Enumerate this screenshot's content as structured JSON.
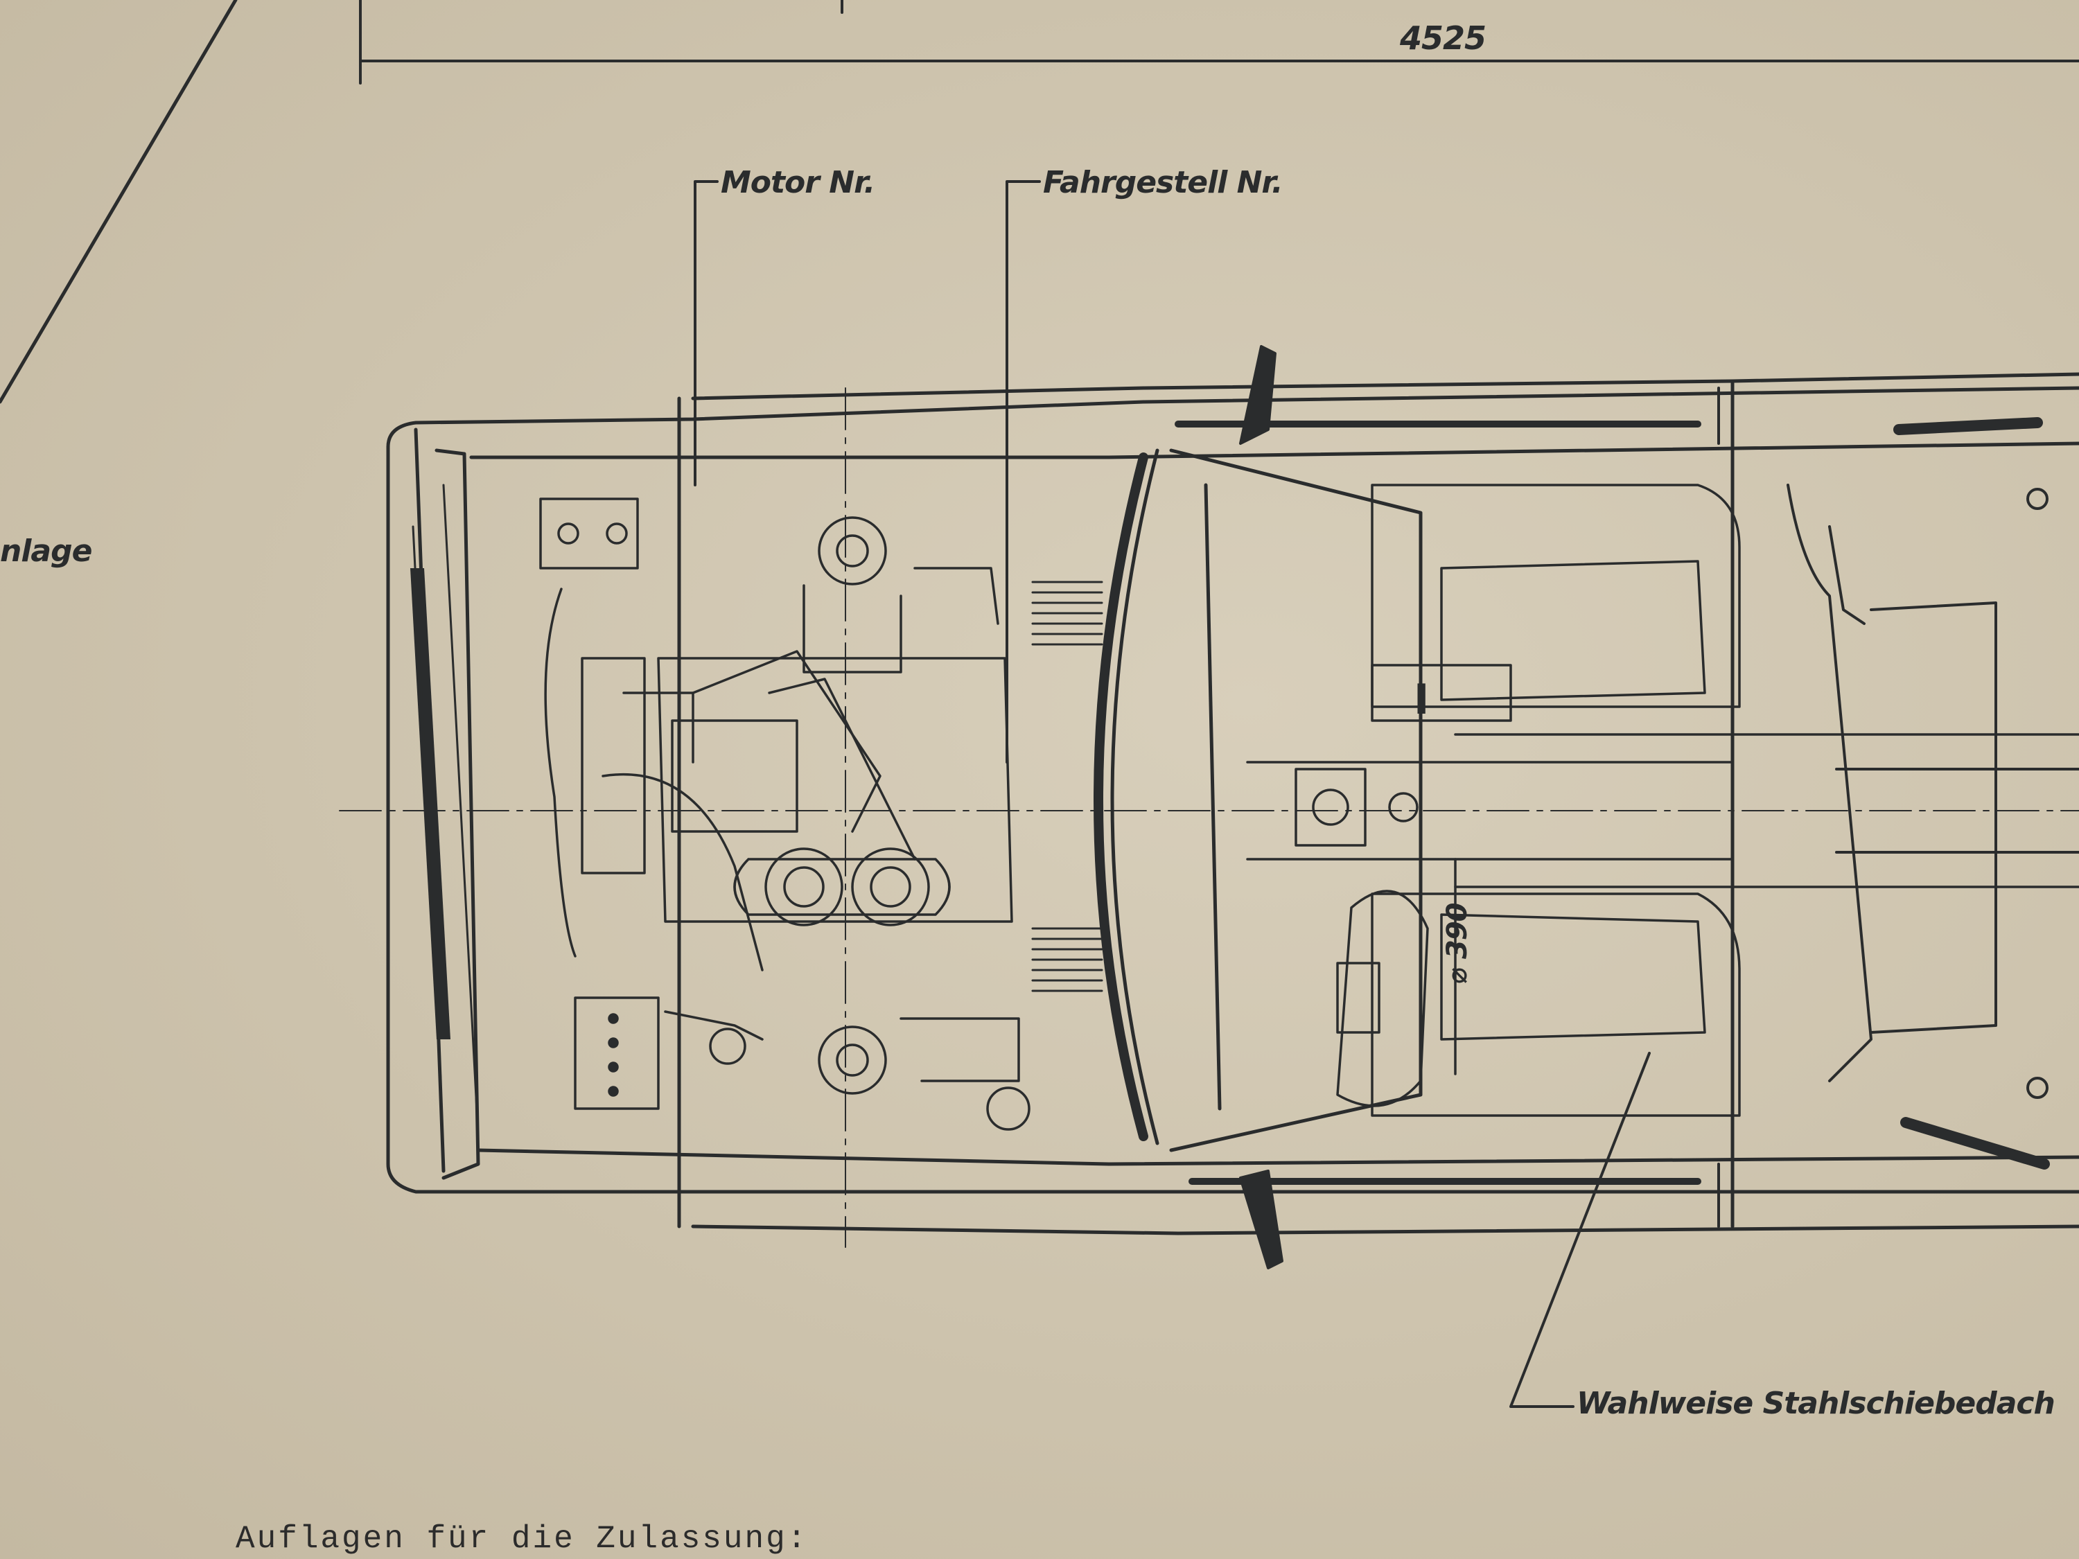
{
  "dimension_label": "4525",
  "labels": {
    "motor": "Motor Nr.",
    "chassis": "Fahrgestell Nr.",
    "partial_left": "nlage",
    "sunroof": "Wahlweise   Stahlschiebedach",
    "diameter": "⌀ 390",
    "gear_marker": "I"
  },
  "typed_text": "Auflagen für die Zulassung:",
  "colors": {
    "paper": "#cdc3ad",
    "ink": "#2a2c2d"
  }
}
